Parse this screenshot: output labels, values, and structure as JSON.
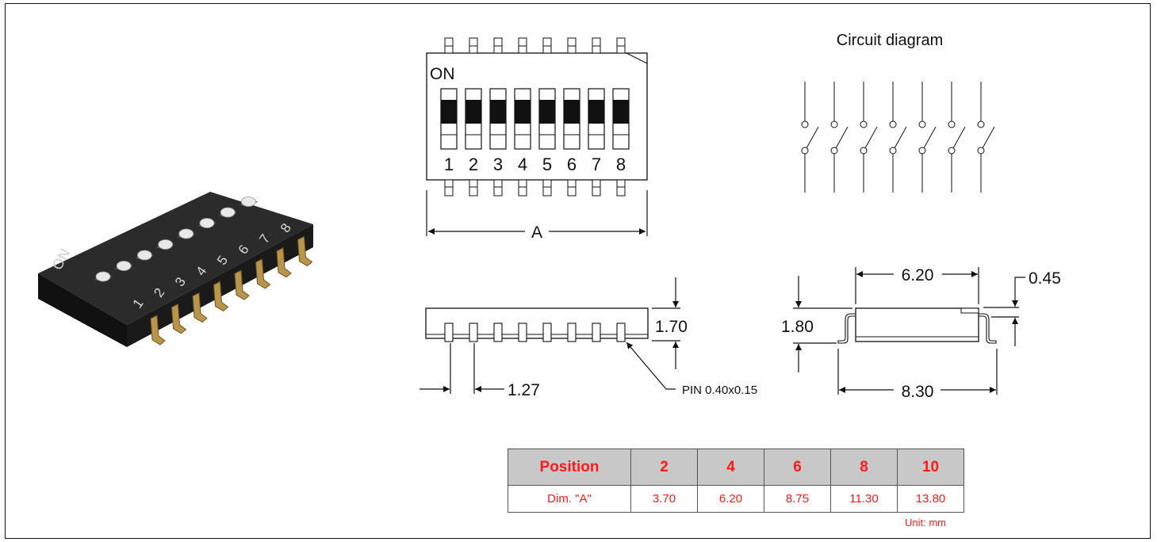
{
  "top_view": {
    "on_label": "ON",
    "switch_numbers": [
      "1",
      "2",
      "3",
      "4",
      "5",
      "6",
      "7",
      "8"
    ],
    "width_label": "A"
  },
  "circuit": {
    "title": "Circuit diagram"
  },
  "side_view": {
    "height_label": "1.70",
    "pitch_label": "1.27",
    "pin_label": "PIN 0.40x0.15"
  },
  "end_view": {
    "body_width_label": "6.20",
    "lead_thickness_label": "0.45",
    "height_label": "1.80",
    "overall_width_label": "8.30"
  },
  "product": {
    "on_label": "ON",
    "numbers": [
      "1",
      "2",
      "3",
      "4",
      "5",
      "6",
      "7",
      "8"
    ]
  },
  "table": {
    "header": [
      "Position",
      "2",
      "4",
      "6",
      "8",
      "10"
    ],
    "row": [
      "Dim. \"A\"",
      "3.70",
      "6.20",
      "8.75",
      "11.30",
      "13.80"
    ],
    "unit": "Unit: mm"
  },
  "colors": {
    "table_text": "#ff1a1a",
    "table_header_bg": "#c8c8c8",
    "body_dark": "#1c1c1c",
    "pin_gold": "#b8954a"
  }
}
